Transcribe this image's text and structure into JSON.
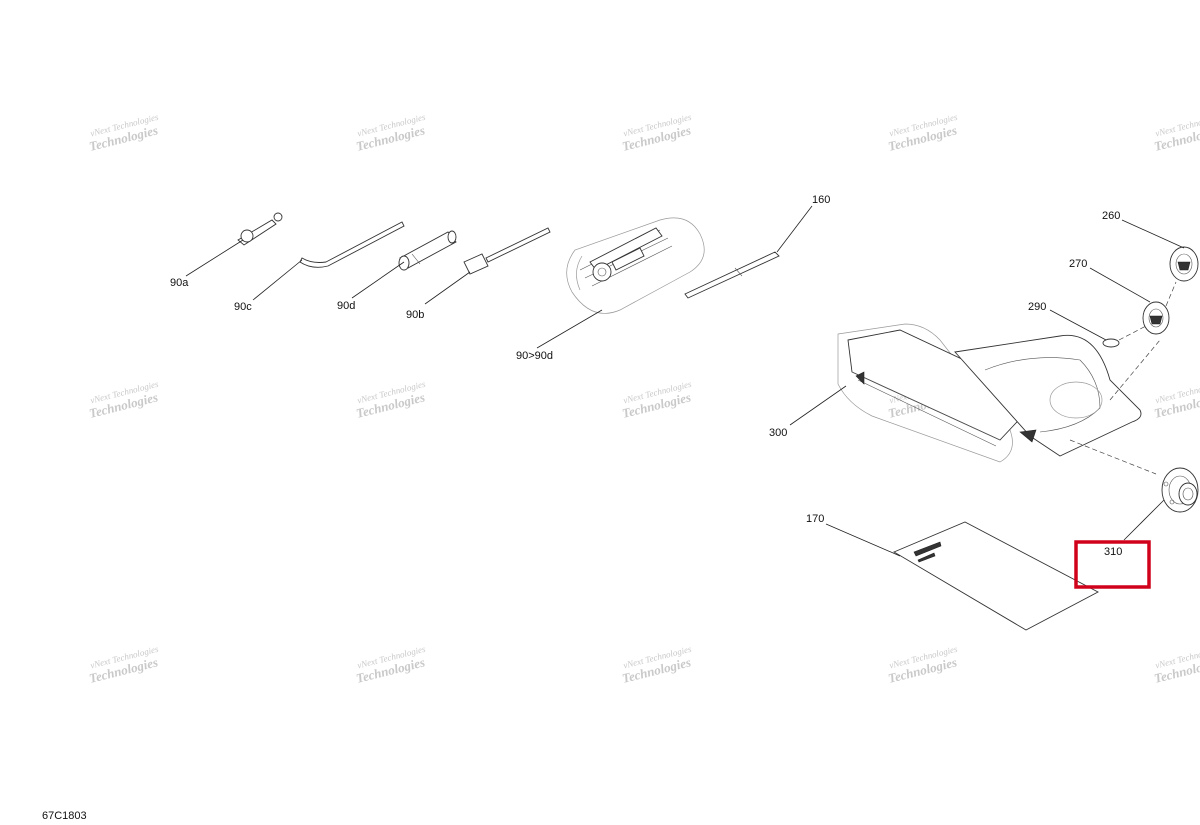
{
  "diagram": {
    "figure_code": "67C1803",
    "watermark": {
      "line1": "vNext Technologies",
      "line2": "Technologies"
    },
    "callouts": {
      "p90a": "90a",
      "p90c": "90c",
      "p90d": "90d",
      "p90b": "90b",
      "p90set": "90>90d",
      "p160": "160",
      "p260": "260",
      "p270": "270",
      "p290": "290",
      "p300": "300",
      "p170": "170",
      "p310": "310"
    },
    "highlight": {
      "part": "310",
      "color": "#d0021b"
    }
  }
}
